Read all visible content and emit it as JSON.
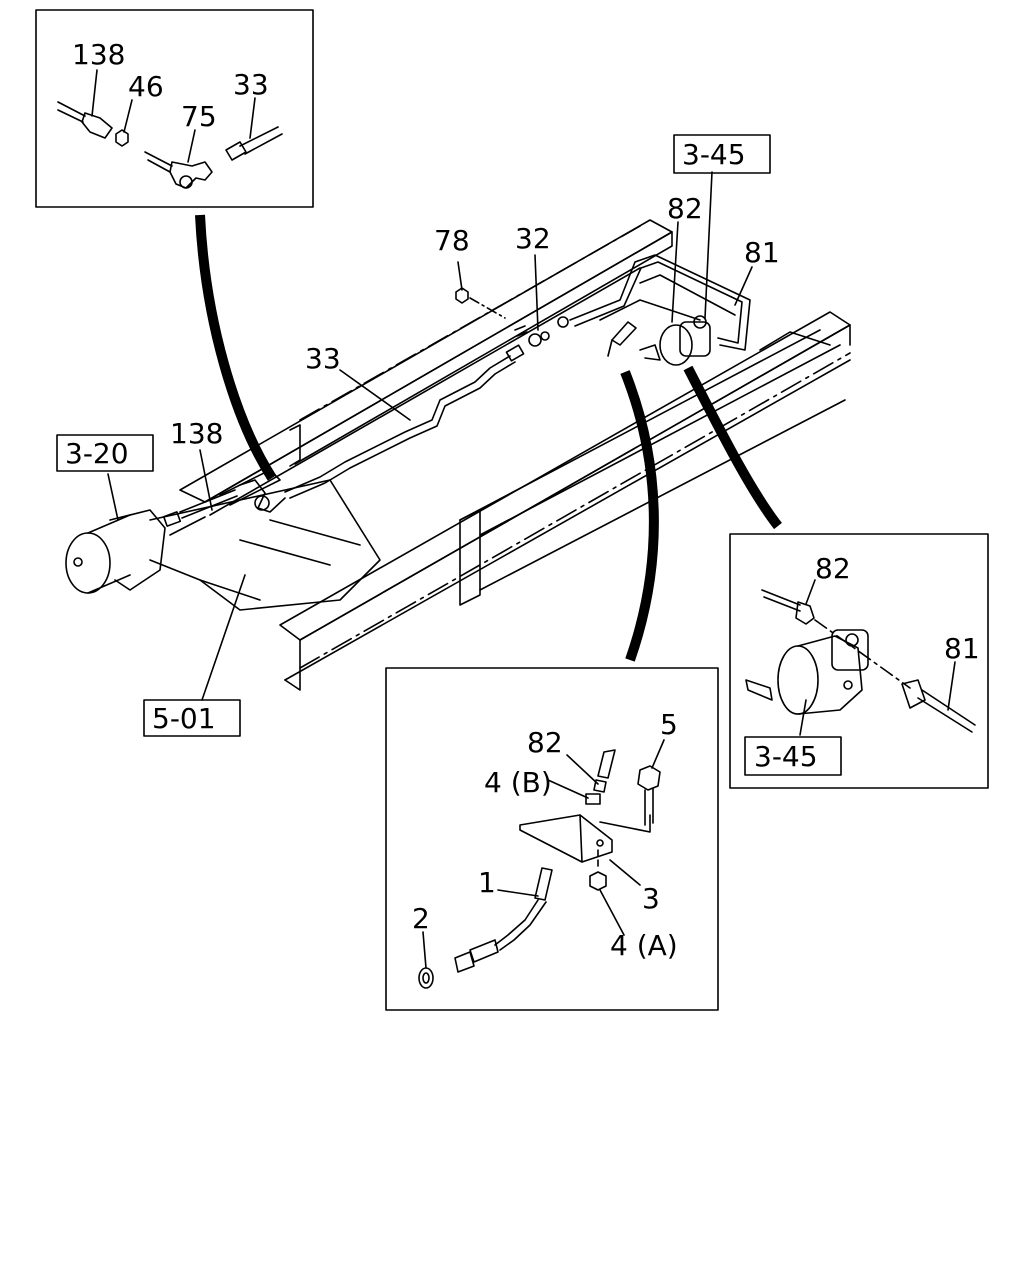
{
  "inset_top_left": {
    "labels": {
      "p138": "138",
      "p46": "46",
      "p75": "75",
      "p33": "33"
    }
  },
  "main": {
    "labels": {
      "p78": "78",
      "p32": "32",
      "p82": "82",
      "p81": "81",
      "p33": "33",
      "p138": "138"
    },
    "refs": {
      "r345": "3-45",
      "r320": "3-20",
      "r501": "5-01"
    }
  },
  "inset_right": {
    "labels": {
      "p82": "82",
      "p81": "81"
    },
    "refs": {
      "r345": "3-45"
    }
  },
  "inset_bottom": {
    "labels": {
      "p5": "5",
      "p82": "82",
      "p4b": "4 (B)",
      "p1": "1",
      "p3": "3",
      "p2": "2",
      "p4a": "4 (A)"
    }
  },
  "colors": {
    "line": "#000000",
    "background": "#ffffff"
  }
}
